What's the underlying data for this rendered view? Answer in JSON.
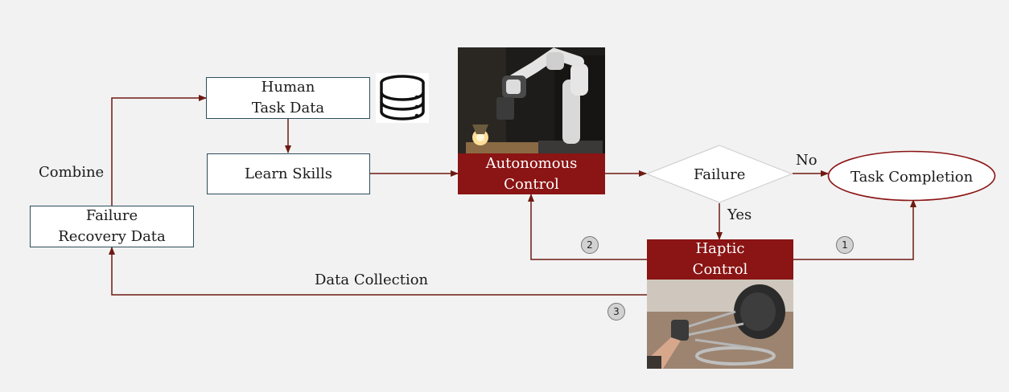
{
  "nodes": {
    "human_task_data": [
      "Human",
      "Task Data"
    ],
    "learn_skills": "Learn Skills",
    "failure_recovery_data": [
      "Failure",
      "Recovery Data"
    ],
    "autonomous_control": [
      "Autonomous",
      "Control"
    ],
    "failure_decision": "Failure",
    "task_completion": "Task Completion",
    "haptic_control": [
      "Haptic",
      "Control"
    ]
  },
  "edge_labels": {
    "combine": "Combine",
    "no": "No",
    "yes": "Yes",
    "data_collection": "Data Collection"
  },
  "step_markers": [
    "1",
    "2",
    "3"
  ],
  "icons": {
    "database": "database-icon",
    "robot_photo": "robot-arm-photo",
    "haptic_photo": "haptic-device-photo"
  },
  "colors": {
    "arrow": "#6e1a12",
    "red_box": "#8b1414",
    "box_border": "#2e4d5c",
    "ellipse_border": "#8b1414"
  }
}
